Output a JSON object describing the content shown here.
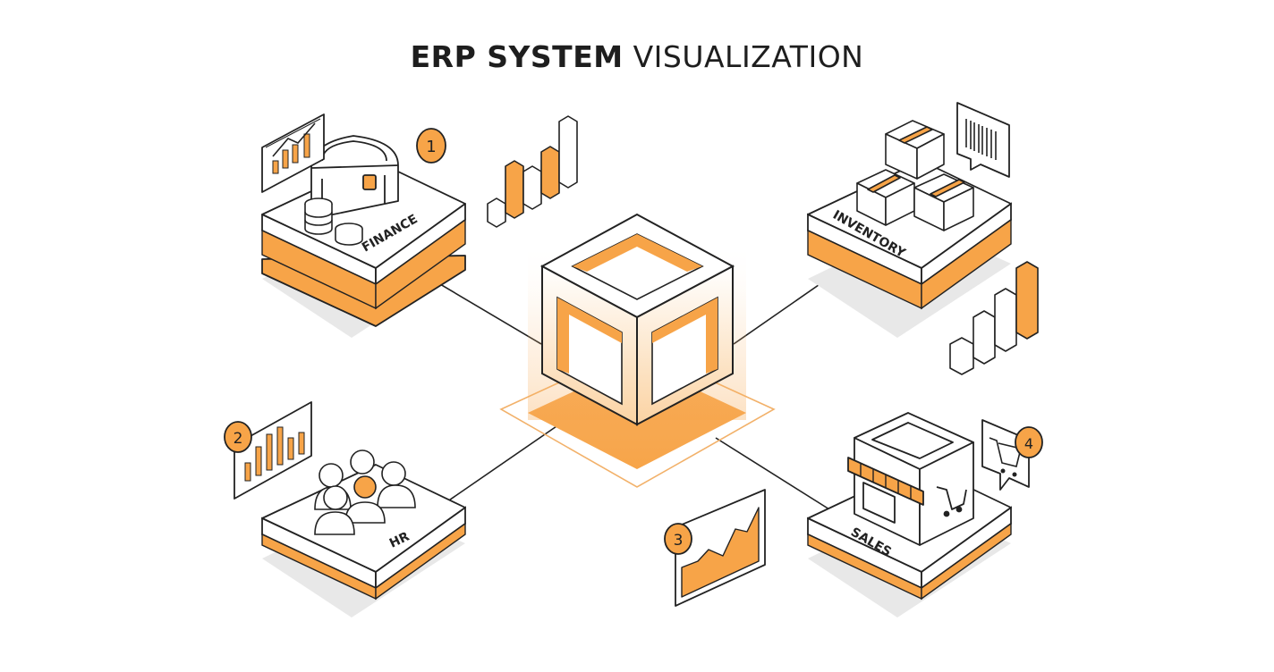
{
  "title": {
    "bold": "ERP SYSTEM",
    "light": "VISUALIZATION"
  },
  "modules": {
    "finance": {
      "label": "FINANCE",
      "badge": "1"
    },
    "hr": {
      "label": "HR",
      "badge": "2"
    },
    "sales": {
      "label": "SALES",
      "badge": "4"
    },
    "inventory": {
      "label": "INVENTORY"
    },
    "trend": {
      "badge": "3"
    }
  },
  "icons": {
    "finance": [
      "treasure-chest-icon",
      "coin-stack-icon",
      "line-chart-icon",
      "bar-chart-icon"
    ],
    "hr": [
      "people-group-icon",
      "bar-chart-icon"
    ],
    "inventory": [
      "box-stack-icon",
      "barcode-icon",
      "bar-chart-icon"
    ],
    "sales": [
      "storefront-icon",
      "shopping-cart-icon"
    ]
  },
  "colors": {
    "accent": "#f7a448",
    "accent_dark": "#e8892a",
    "line": "#222222",
    "shadow": "#e6e6e6",
    "background": "#ffffff"
  }
}
